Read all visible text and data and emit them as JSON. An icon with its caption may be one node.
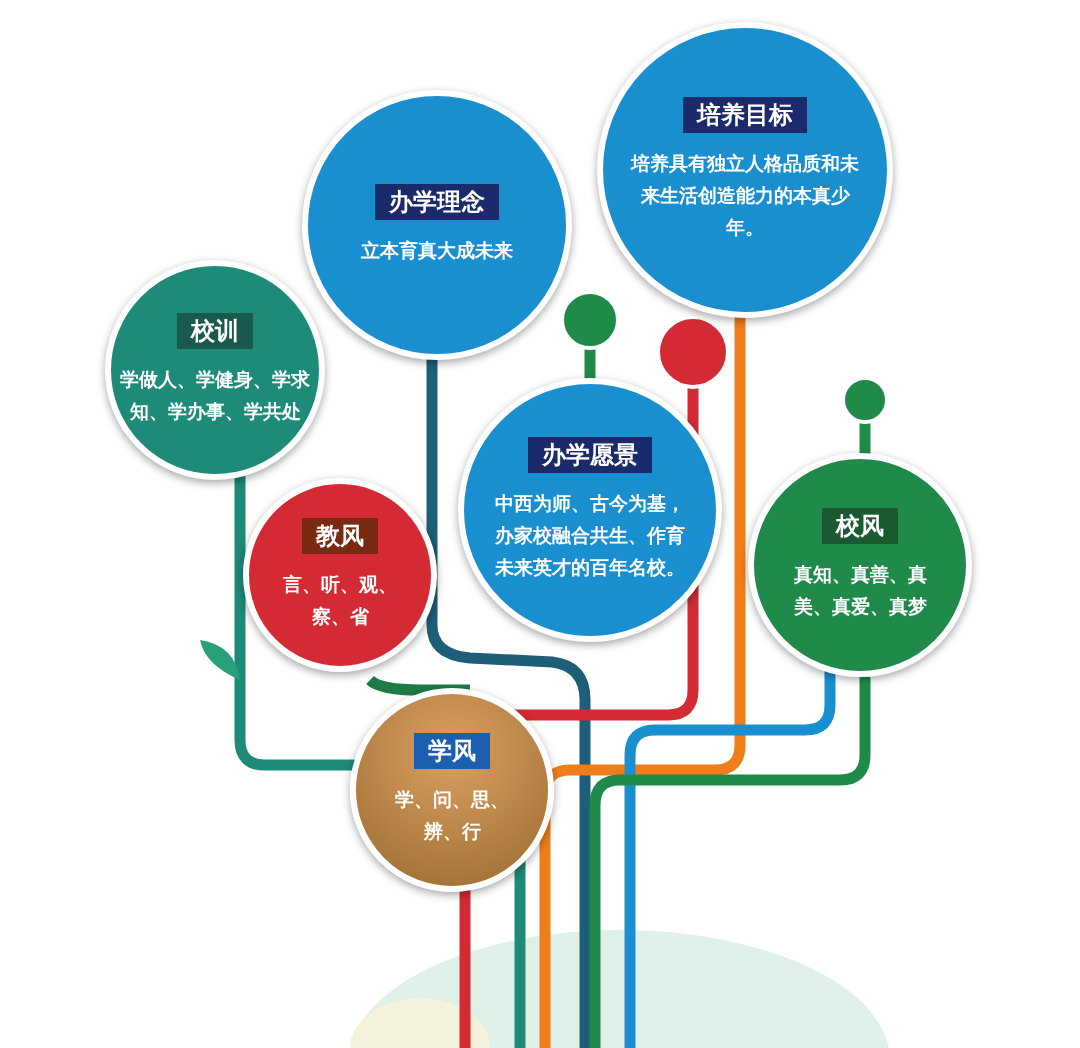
{
  "diagram": {
    "nodes": [
      {
        "text": [
          "培养目标",
          "培养具有独立人格品质和未来生活创造能力的本真少年。"
        ]
      },
      {
        "text": [
          "办学理念",
          "立本育真大成未来"
        ]
      },
      {
        "text": [
          "校训",
          "学做人、学健身、学求知、学办事、学共处"
        ]
      },
      {
        "text": [
          "办学愿景",
          "中西为师、古今为基，办家校融合共生、作育未来英才的百年名校。"
        ]
      },
      {
        "text": [
          "校风",
          "真知、真善、真美、真爱、真梦"
        ]
      },
      {
        "text": [
          "教风",
          "言、听、观、察、省"
        ]
      },
      {
        "text": [
          "学风",
          "学、问、思、辨、行"
        ]
      }
    ]
  }
}
